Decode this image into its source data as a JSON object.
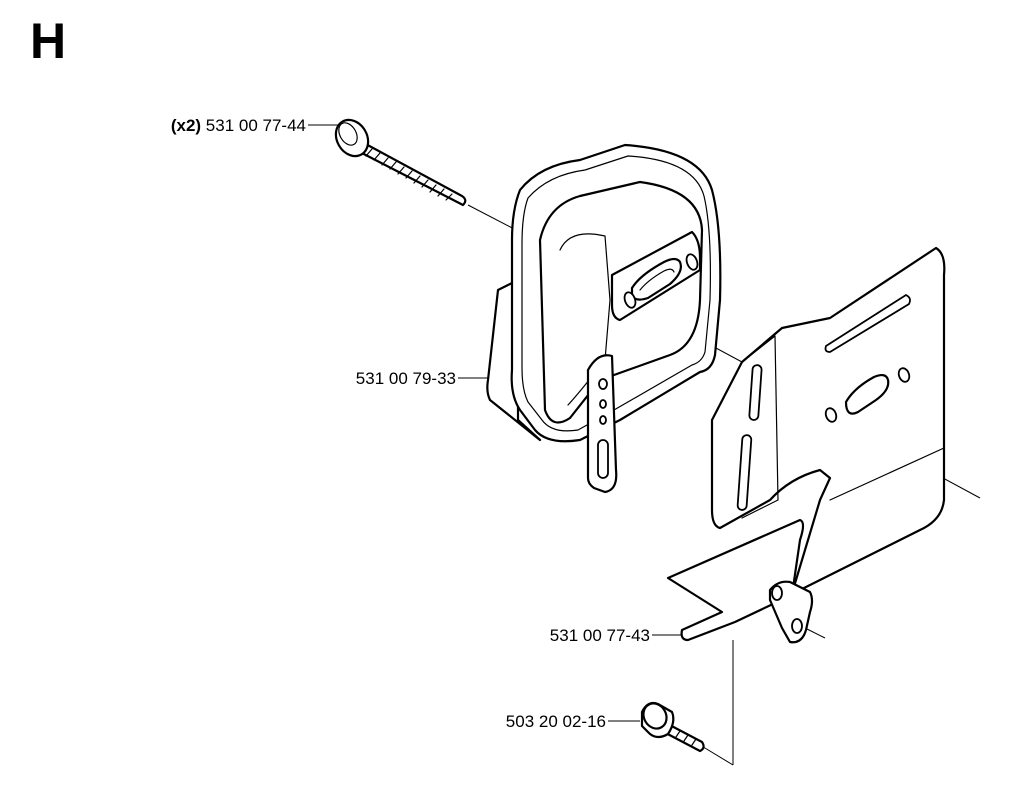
{
  "section": {
    "letter": "H"
  },
  "parts": [
    {
      "id": "screw-top",
      "qty": "(x2)",
      "number": "531 00 77-44"
    },
    {
      "id": "muffler",
      "qty": "",
      "number": "531 00 79-33"
    },
    {
      "id": "heat-shield",
      "qty": "",
      "number": "531 00 77-43"
    },
    {
      "id": "screw-bottom",
      "qty": "",
      "number": "503 20 02-16"
    }
  ]
}
